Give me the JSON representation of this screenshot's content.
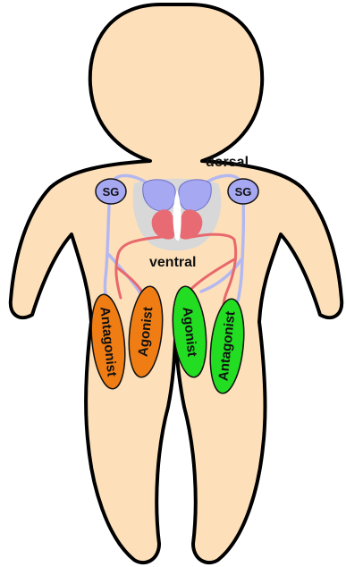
{
  "labels": {
    "dorsal": "dorsal",
    "ventral": "ventral",
    "sg_left": "SG",
    "sg_right": "SG"
  },
  "muscles": [
    {
      "label": "Antagonist",
      "color": "#f07d14"
    },
    {
      "label": "Agonist",
      "color": "#f07d14"
    },
    {
      "label": "Agonist",
      "color": "#22dd22"
    },
    {
      "label": "Antagonist",
      "color": "#22dd22"
    }
  ],
  "colors": {
    "body": "#fde0ba",
    "outline": "#000000",
    "sensory_nerve": "#b4b8f0",
    "motor_nerve": "#e8686c",
    "dorsal_horn": "#a6a8f2",
    "ventral_horn": "#e86a72",
    "ganglion": "#a6a8f2",
    "gray_matter": "#d8d8d8"
  }
}
